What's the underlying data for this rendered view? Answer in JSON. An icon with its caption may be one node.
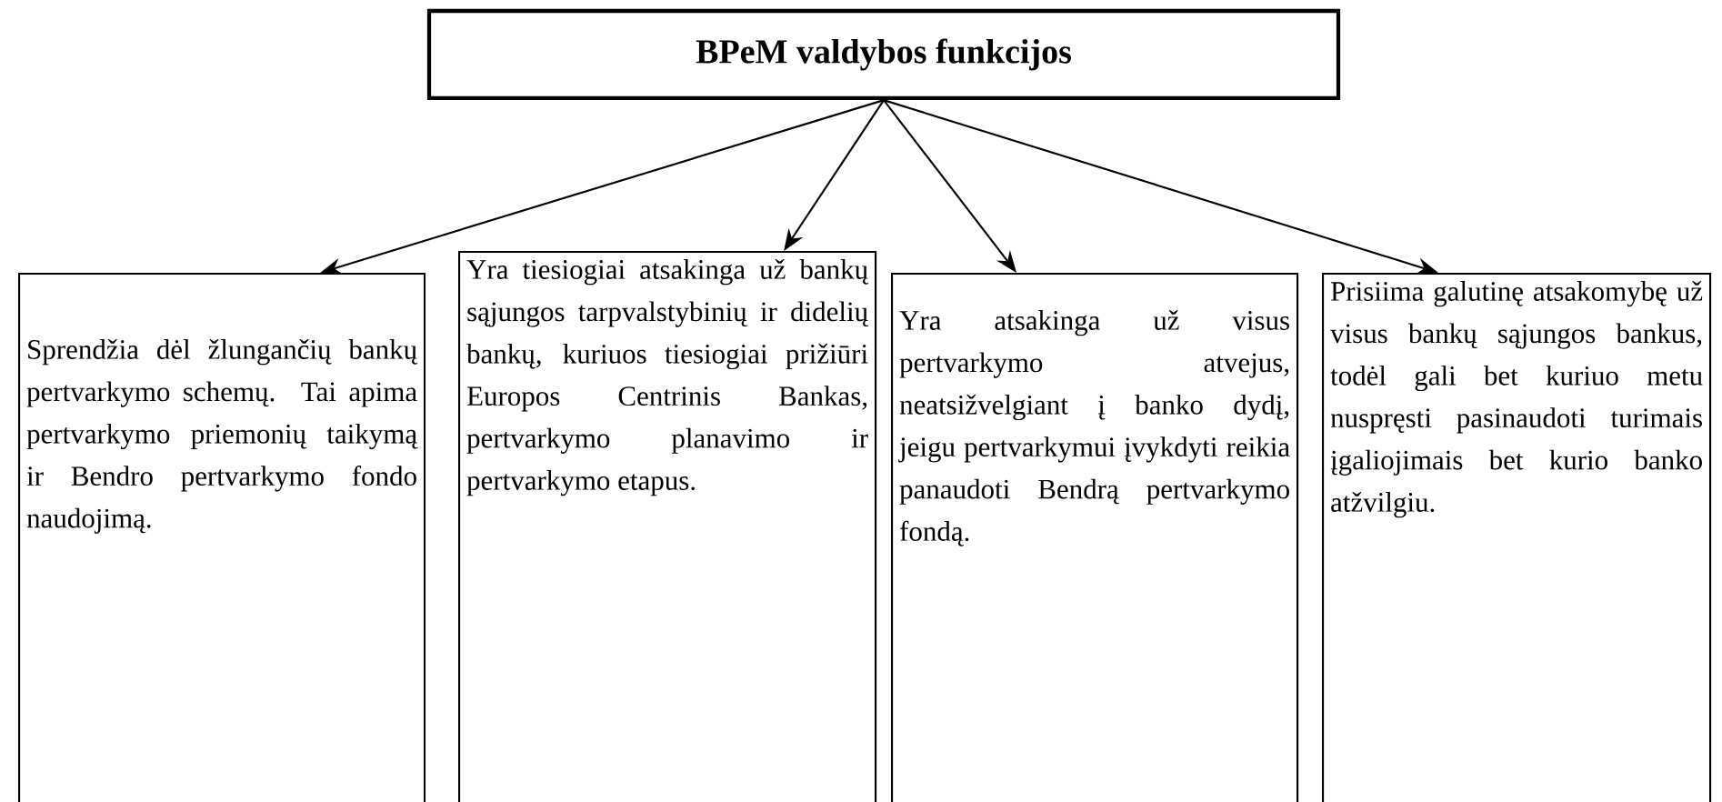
{
  "diagram": {
    "nodes": [
      {
        "text": [
          "BPeM valdybos funkcijos"
        ]
      },
      {
        "text": [
          "Sprendžia dėl žlungančių bankų pertvarkymo schemų. Tai apima pertvarkymo priemonių taikymą ir Bendro pertvarkymo fondo naudojimą."
        ]
      },
      {
        "text": [
          "Yra tiesiogiai atsakinga už bankų sąjungos tarpvalstybinių ir didelių bankų, kuriuos tiesiogiai prižiūri Europos Centrinis Bankas, pertvarkymo planavimo ir pertvarkymo etapus."
        ]
      },
      {
        "text": [
          "Yra atsakinga už visus pertvarkymo atvejus, neatsižvelgiant į banko dydį, jeigu pertvarkymui įvykdyti reikia panaudoti Bendrą pertvarkymo fondą."
        ]
      },
      {
        "text": [
          "Prisiima galutinę atsakomybę už visus bankų sąjungos bankus, todėl gali bet kuriuo metu nuspręsti pasinaudoti turimais įgaliojimais bet kurio banko atžvilgiu."
        ]
      }
    ],
    "edges": [
      {
        "from": 0,
        "to": 1,
        "arrow": "to"
      },
      {
        "from": 0,
        "to": 2,
        "arrow": "to"
      },
      {
        "from": 0,
        "to": 3,
        "arrow": "to"
      },
      {
        "from": 0,
        "to": 4,
        "arrow": "to"
      }
    ]
  }
}
